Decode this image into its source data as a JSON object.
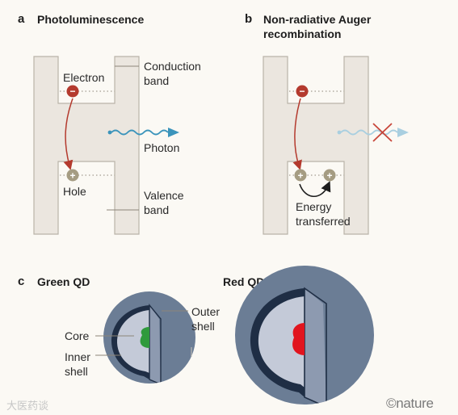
{
  "panel_a": {
    "letter": "a",
    "title": "Photoluminescence",
    "labels": {
      "conduction_band": [
        "Conduction",
        "band"
      ],
      "electron": "Electron",
      "photon": "Photon",
      "hole": "Hole",
      "valence_band": [
        "Valence",
        "band"
      ]
    }
  },
  "panel_b": {
    "letter": "b",
    "title_lines": [
      "Non-radiative Auger",
      "recombination"
    ],
    "labels": {
      "energy_transferred": [
        "Energy",
        "transferred"
      ]
    }
  },
  "panel_c": {
    "letter": "c",
    "green_title": "Green QD",
    "red_title": "Red QD",
    "labels": {
      "outer_shell": [
        "Outer",
        "shell"
      ],
      "core": "Core",
      "inner_shell": [
        "Inner",
        "shell"
      ]
    }
  },
  "symbols": {
    "electron_sign": "−",
    "hole_sign": "+"
  },
  "footer": {
    "watermark": "大医药谈",
    "brand": "©nature"
  },
  "colors": {
    "band_fill": "#ebe6df",
    "band_edge": "#b9b3a9",
    "electron": "#b43a2e",
    "hole": "#a59c82",
    "photon": "#3b94bb",
    "photon_faded": "#a9cfe0",
    "cross": "#c8463a",
    "shell_outer": "#6b7d95",
    "shell_inner": "#c4cad8",
    "shell_rim": "#1f2e45",
    "core_green": "#2f9a3c",
    "core_red": "#e1141e"
  }
}
